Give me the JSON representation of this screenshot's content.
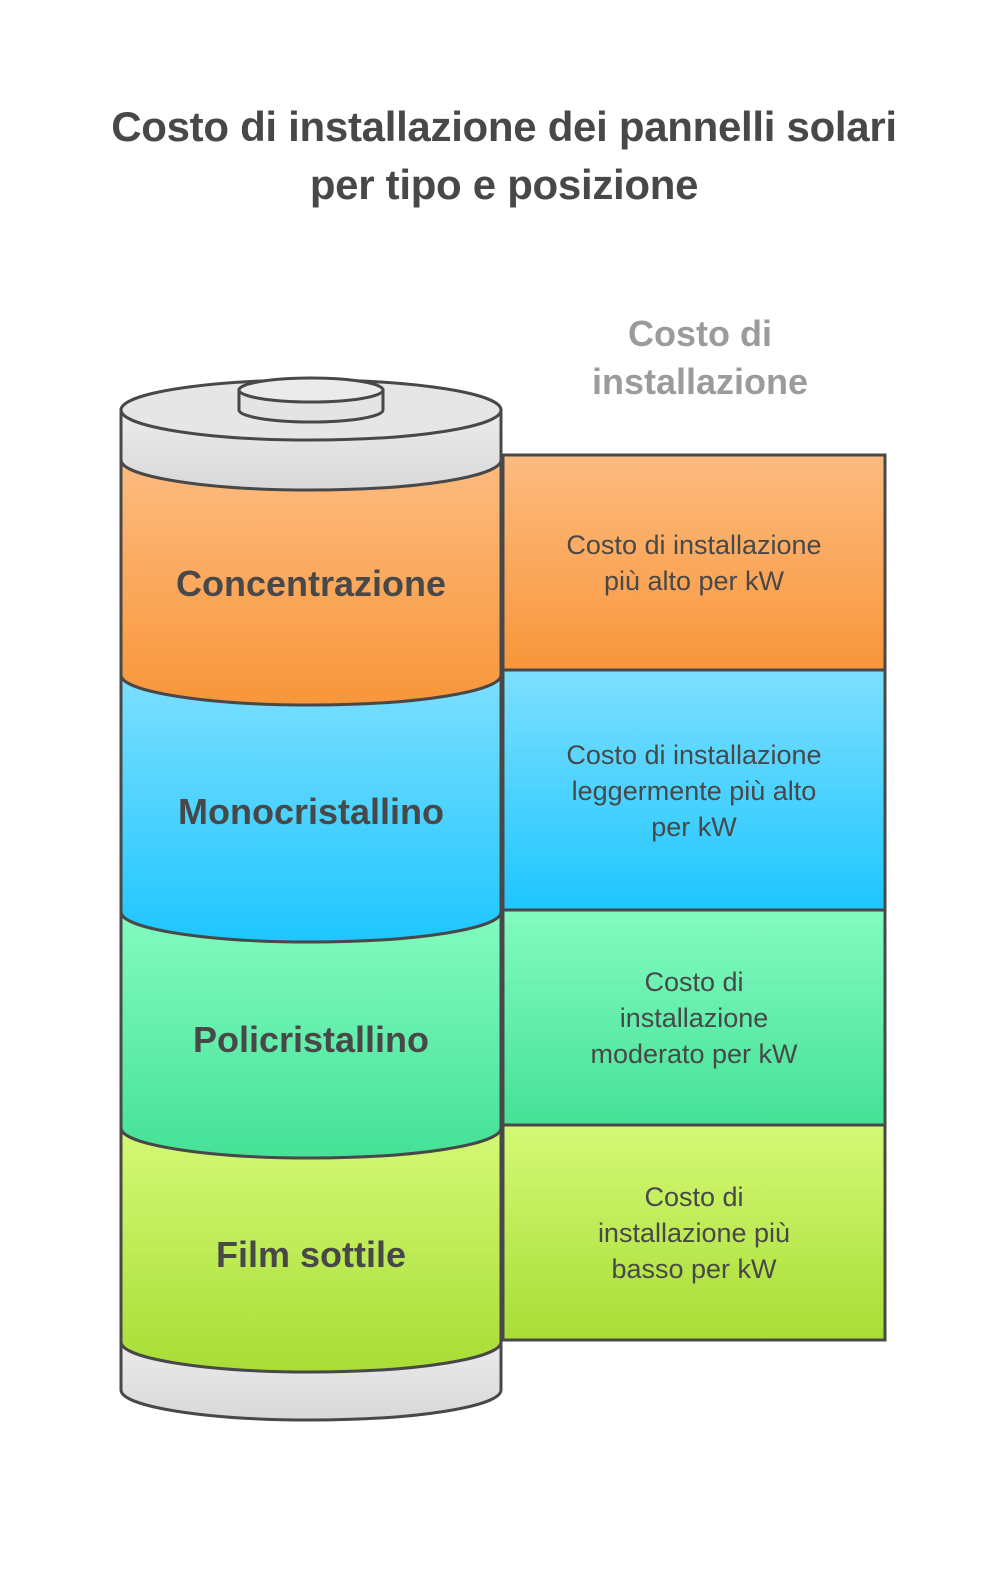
{
  "title": {
    "line1": "Costo di installazione dei pannelli solari",
    "line2": "per tipo e posizione"
  },
  "column_header": {
    "line1": "Costo di",
    "line2": "installazione"
  },
  "segments": [
    {
      "label": "Concentrazione",
      "description": "Costo di installazione più alto per kW",
      "color_top": "#fdbb80",
      "color_bottom": "#f8963a"
    },
    {
      "label": "Monocristallino",
      "description": "Costo di installazione leggermente più alto per kW",
      "color_top": "#7ddfff",
      "color_bottom": "#1ec6ff"
    },
    {
      "label": "Policristallino",
      "description": "Costo di installazione moderato per kW",
      "color_top": "#83fbc0",
      "color_bottom": "#45e197"
    },
    {
      "label": "Film sottile",
      "description": "Costo di installazione più basso per kW",
      "color_top": "#d4f976",
      "color_bottom": "#a8dd35"
    }
  ],
  "colors": {
    "stroke": "#484848",
    "cap": "#e2e2e2",
    "title": "#484848",
    "column_header": "#9b9b9b"
  }
}
